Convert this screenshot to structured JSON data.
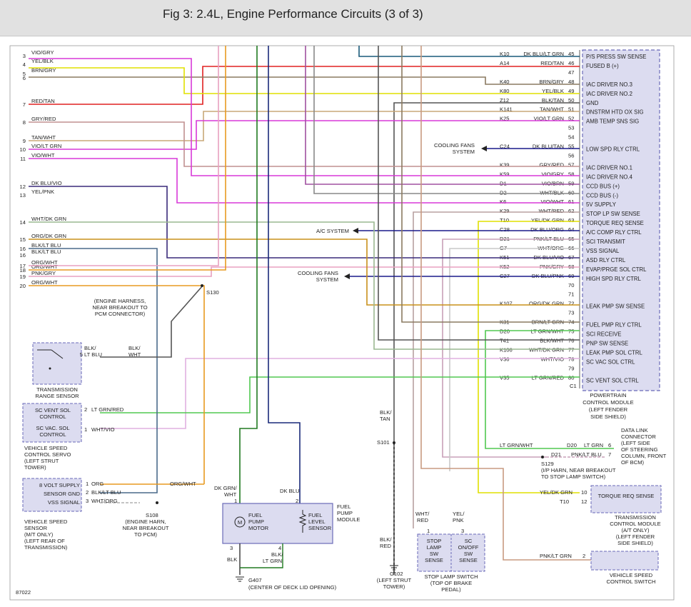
{
  "title": "Fig 3: 2.4L, Engine Performance Circuits (3 of 3)",
  "figure_number": "87022",
  "left_rows": [
    {
      "pin": "3",
      "label": "VIO/GRY"
    },
    {
      "pin": "4",
      "label": "YEL/BLK"
    },
    {
      "pin": "5",
      "label": "BRN/GRY"
    },
    {
      "pin": "6",
      "label": ""
    },
    {
      "pin": "7",
      "label": "RED/TAN"
    },
    {
      "pin": "8",
      "label": "GRY/RED"
    },
    {
      "pin": "9",
      "label": "TAN/WHT"
    },
    {
      "pin": "10",
      "label": "VIO/LT GRN"
    },
    {
      "pin": "11",
      "label": "VIO/WHT"
    },
    {
      "pin": "12",
      "label": "DK BLU/VIO"
    },
    {
      "pin": "13",
      "label": "YEL/PNK"
    },
    {
      "pin": "14",
      "label": "WHT/DK GRN"
    },
    {
      "pin": "15",
      "label": "ORG/DK GRN"
    },
    {
      "pin": "16",
      "label": "BLK/LT BLU"
    },
    {
      "pin": "16",
      "label": "BLK/LT BLU"
    },
    {
      "pin": "17",
      "label": "ORG/WHT"
    },
    {
      "pin": "18",
      "label": "ORG/WHT"
    },
    {
      "pin": "19",
      "label": "PNK/GRY"
    },
    {
      "pin": "20",
      "label": "ORG/WHT"
    }
  ],
  "pcm": {
    "title_lines": [
      "POWERTRAIN",
      "CONTROL MODULE",
      "(LEFT FENDER",
      "SIDE SHIELD)"
    ],
    "corner": "C1",
    "pins": [
      {
        "circuit": "K10",
        "wire": "DK BLU/LT GRN",
        "pin": "45",
        "func": "P/S PRESS SW SENSE"
      },
      {
        "circuit": "A14",
        "wire": "RED/TAN",
        "pin": "46",
        "func": "FUSED B (+)"
      },
      {
        "circuit": "",
        "wire": "",
        "pin": "47",
        "func": ""
      },
      {
        "circuit": "K40",
        "wire": "BRN/GRY",
        "pin": "48",
        "func": "IAC DRIVER NO.3"
      },
      {
        "circuit": "K80",
        "wire": "YEL/BLK",
        "pin": "49",
        "func": "IAC DRIVER NO.2"
      },
      {
        "circuit": "Z12",
        "wire": "BLK/TAN",
        "pin": "50",
        "func": "GND"
      },
      {
        "circuit": "K141",
        "wire": "TAN/WHT",
        "pin": "51",
        "func": "DNSTRM HTD OX SIG"
      },
      {
        "circuit": "K25",
        "wire": "VIO/LT GRN",
        "pin": "52",
        "func": "AMB TEMP SNS SIG"
      },
      {
        "circuit": "",
        "wire": "",
        "pin": "53",
        "func": ""
      },
      {
        "circuit": "",
        "wire": "",
        "pin": "54",
        "func": ""
      },
      {
        "circuit": "C24",
        "wire": "DK BLU/TAN",
        "pin": "55",
        "func": "LOW SPD RLY CTRL"
      },
      {
        "circuit": "",
        "wire": "",
        "pin": "56",
        "func": ""
      },
      {
        "circuit": "K39",
        "wire": "GRY/RED",
        "pin": "57",
        "func": "IAC DRIVER NO.1"
      },
      {
        "circuit": "K59",
        "wire": "VIO/GRY",
        "pin": "58",
        "func": "IAC DRIVER NO.4"
      },
      {
        "circuit": "D1",
        "wire": "VIO/BRN",
        "pin": "59",
        "func": "CCD BUS (+)"
      },
      {
        "circuit": "D2",
        "wire": "WHT/BLK",
        "pin": "60",
        "func": "CCD BUS (-)"
      },
      {
        "circuit": "K6",
        "wire": "VIO/WHT",
        "pin": "61",
        "func": "5V SUPPLY"
      },
      {
        "circuit": "K29",
        "wire": "WHT/RED",
        "pin": "62",
        "func": "STOP LP SW SENSE"
      },
      {
        "circuit": "T10",
        "wire": "YEL/DK GRN",
        "pin": "63",
        "func": "TORQUE REQ SENSE"
      },
      {
        "circuit": "C28",
        "wire": "DK BLU/ORG",
        "pin": "64",
        "func": "A/C COMP RLY CTRL"
      },
      {
        "circuit": "D21",
        "wire": "PNK/LT BLU",
        "pin": "65",
        "func": "SCI TRANSMIT"
      },
      {
        "circuit": "G7",
        "wire": "WHT/ORG",
        "pin": "66",
        "func": "VSS SIGNAL"
      },
      {
        "circuit": "K51",
        "wire": "DK BLU/VIO",
        "pin": "67",
        "func": "ASD RLY CTRL"
      },
      {
        "circuit": "K52",
        "wire": "PNK/GRY",
        "pin": "68",
        "func": "EVAP/PRGE SOL CTRL"
      },
      {
        "circuit": "C27",
        "wire": "DK BLU/PNK",
        "pin": "69",
        "func": "HIGH SPD RLY CTRL"
      },
      {
        "circuit": "",
        "wire": "",
        "pin": "70",
        "func": ""
      },
      {
        "circuit": "",
        "wire": "",
        "pin": "71",
        "func": ""
      },
      {
        "circuit": "K107",
        "wire": "ORG/DK GRN",
        "pin": "72",
        "func": "LEAK PMP SW SENSE"
      },
      {
        "circuit": "",
        "wire": "",
        "pin": "73",
        "func": ""
      },
      {
        "circuit": "K31",
        "wire": "BRN/LT GRN",
        "pin": "74",
        "func": "FUEL PMP RLY CTRL"
      },
      {
        "circuit": "D20",
        "wire": "LT GRN/WHT",
        "pin": "75",
        "func": "SCI RECEIVE"
      },
      {
        "circuit": "T41",
        "wire": "BLK/WHT",
        "pin": "76",
        "func": "PNP SW SENSE"
      },
      {
        "circuit": "K106",
        "wire": "WHT/DK GRN",
        "pin": "77",
        "func": "LEAK PMP SOL CTRL"
      },
      {
        "circuit": "V36",
        "wire": "WHT/VIO",
        "pin": "78",
        "func": "SC VAC SOL CTRL"
      },
      {
        "circuit": "",
        "wire": "",
        "pin": "79",
        "func": ""
      },
      {
        "circuit": "V35",
        "wire": "LT GRN/RED",
        "pin": "80",
        "func": "SC VENT SOL CTRL"
      }
    ]
  },
  "labels": {
    "cooling_low": [
      "COOLING FANS",
      "SYSTEM"
    ],
    "ac_system": "A/C SYSTEM",
    "cooling_high": [
      "COOLING FANS",
      "SYSTEM"
    ],
    "s130": "S130",
    "s130_note": [
      "(ENGINE HARNESS,",
      "NEAR BREAKOUT TO",
      "PCM CONNECTOR)"
    ],
    "trs": {
      "wire1": "BLK/",
      "wire1b": "LT BLU",
      "pin": "5",
      "wire2": "BLK/",
      "wire2b": "WHT",
      "name": [
        "TRANSMISSION",
        "RANGE SENSOR"
      ]
    },
    "servo": {
      "lines": [
        "SC VENT SOL",
        "CONTROL",
        "SC VAC. SOL",
        "CONTROL"
      ],
      "p1": "2",
      "w1": "LT GRN/RED",
      "p2": "1",
      "w2": "WHT/VIO",
      "name": [
        "VEHICLE SPEED",
        "CONTROL SERVO",
        "(LEFT STRUT",
        "TOWER)"
      ]
    },
    "vss": {
      "lines": [
        "8 VOLT SUPPLY",
        "SENSOR GND",
        "VSS SIGNAL"
      ],
      "pins": [
        "1",
        "2",
        "3"
      ],
      "wires": [
        "ORG",
        "BLK/LT BLU",
        "WHT/ORG"
      ],
      "ow": "ORG/WHT",
      "s108": "S108",
      "s108_note": [
        "(ENGINE HARN,",
        "NEAR BREAKOUT",
        "TO PCM)"
      ],
      "name": [
        "VEHICLE SPEED",
        "SENSOR",
        "(M/T ONLY)",
        "(LEFT REAR OF",
        "TRANSMISSION)"
      ]
    },
    "fuel": {
      "w1": [
        "DK GRN/",
        "WHT"
      ],
      "w2": "DK BLU",
      "p1": "1",
      "p2": "2",
      "p3": "3",
      "p4": "4",
      "pump": [
        "FUEL",
        "PUMP",
        "MOTOR"
      ],
      "level": [
        "FUEL",
        "LEVEL",
        "SENSOR"
      ],
      "module": [
        "FUEL",
        "PUMP",
        "MODULE"
      ],
      "w3": "BLK",
      "w4": [
        "BLK/",
        "LT GRN"
      ],
      "g407": "G407",
      "g407_note": "(CENTER OF DECK LID OPENING)",
      "m": "M"
    },
    "g102": {
      "w1": [
        "BLK/",
        "TAN"
      ],
      "s101": "S101",
      "w2": [
        "BLK/",
        "RED"
      ],
      "name": "G102",
      "note": [
        "(LEFT STRUT",
        "TOWER)"
      ]
    },
    "stop": {
      "w1": [
        "WHT/",
        "RED"
      ],
      "w2": [
        "YEL/",
        "PNK"
      ],
      "p1": "1",
      "p3": "3",
      "left": [
        "STOP",
        "LAMP",
        "SW",
        "SENSE"
      ],
      "right": [
        "SC",
        "ON/OFF",
        "SW",
        "SENSE"
      ],
      "name": [
        "STOP LAMP SWITCH",
        "(TOP OF BRAKE",
        "PEDAL)"
      ]
    },
    "dlc": {
      "w1": "LT GRN/WHT",
      "c1": "D20",
      "w1b": "LT GRN",
      "p6": "6",
      "c2": "D21",
      "w2": "PNK/LT BLU",
      "p7": "7",
      "s129": "S129",
      "s129_note": [
        "(I/P HARN, NEAR BREAKOUT",
        "TO STOP LAMP SWITCH)"
      ],
      "name": [
        "DATA LINK",
        "CONNECTOR",
        "(LEFT SIDE",
        "OF STEERING",
        "COLUMN, FRONT",
        "OF BCM)"
      ]
    },
    "tcm": {
      "w": "YEL/DK GRN",
      "p10": "10",
      "t10": "T10",
      "p12": "12",
      "box": "TORQUE REQ SENSE",
      "name": [
        "TRANSMISSION",
        "CONTROL MODULE",
        "(A/T ONLY)",
        "(LEFT FENDER",
        "SIDE SHIELD)"
      ]
    },
    "vscs": {
      "w": "PNK/LT GRN",
      "p2": "2",
      "name": [
        "VEHICLE SPEED",
        "CONTROL SWITCH"
      ]
    }
  },
  "colors": {
    "vio": "#d838d8",
    "yel": "#e8e800",
    "brn": "#8a6a50",
    "red": "#e02020",
    "gry": "#8a8a8a",
    "tan": "#c8a878",
    "dkblu": "#1a1a8a",
    "wht": "#c8c8c8",
    "org": "#e89a20",
    "pnk": "#f0a8c8",
    "ltgrn": "#50c850",
    "dkgrn": "#207a20",
    "blk": "#333333",
    "border": "#6a6ab8",
    "fill": "#dcdcf0"
  }
}
